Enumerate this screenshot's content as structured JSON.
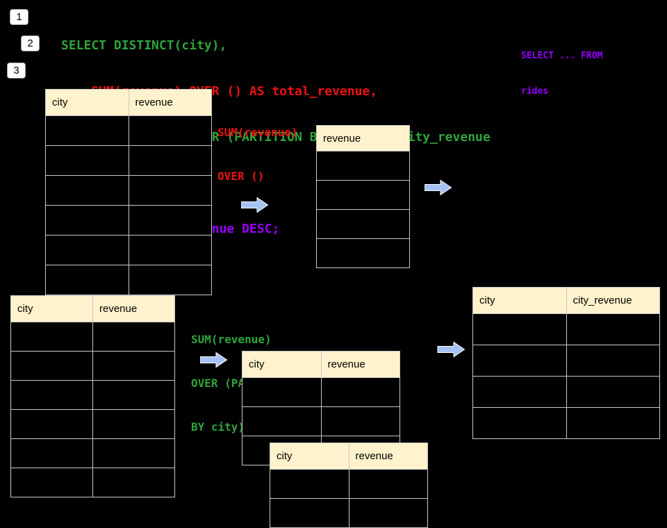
{
  "colors": {
    "bg": "#000000",
    "sql_green": "#2fa43a",
    "sql_red": "#ee1111",
    "sql_purple": "#9900ff",
    "header_bg": "#fff2cc",
    "table_border": "#c9c9c9",
    "arrow_fill": "#a4c2f4",
    "arrow_stroke": "#ffffff",
    "badge_bg": "#ffffff",
    "badge_text": "#000000"
  },
  "badges": [
    {
      "label": "1"
    },
    {
      "label": "2"
    },
    {
      "label": "3"
    }
  ],
  "sql": {
    "lines": [
      {
        "text": "SELECT DISTINCT(city),",
        "color": "green"
      },
      {
        "text": "    SUM(revenue) OVER () AS total_revenue,",
        "color": "red"
      },
      {
        "text": "    SUM(revenue) OVER (PARTITION BY city) as city_revenue",
        "color": "green"
      },
      {
        "text": "  FROM rides",
        "color": "purple"
      },
      {
        "text": "  ORDER by city_revenue DESC;",
        "color": "purple"
      }
    ]
  },
  "side_note": {
    "lines": [
      "SELECT ... FROM",
      "rides"
    ]
  },
  "labels": {
    "total_label": {
      "lines": [
        "SUM(revenue)",
        "OVER ()"
      ]
    },
    "partition_label": {
      "lines": [
        "SUM(revenue)",
        "OVER (PARTITION",
        "BY city)"
      ]
    }
  },
  "tables": {
    "source_top": {
      "headers": [
        "city",
        "revenue"
      ],
      "empty_rows": 6
    },
    "total_result": {
      "headers": [
        "revenue"
      ],
      "empty_rows": 4
    },
    "source_bottom": {
      "headers": [
        "city",
        "revenue"
      ],
      "empty_rows": 6
    },
    "partition_mid": {
      "headers": [
        "city",
        "revenue"
      ],
      "empty_rows": 3
    },
    "partition_overlay": {
      "headers": [
        "city",
        "revenue"
      ],
      "empty_rows": 2
    },
    "city_revenue_result": {
      "headers": [
        "city",
        "city_revenue"
      ],
      "empty_rows": 4
    }
  }
}
